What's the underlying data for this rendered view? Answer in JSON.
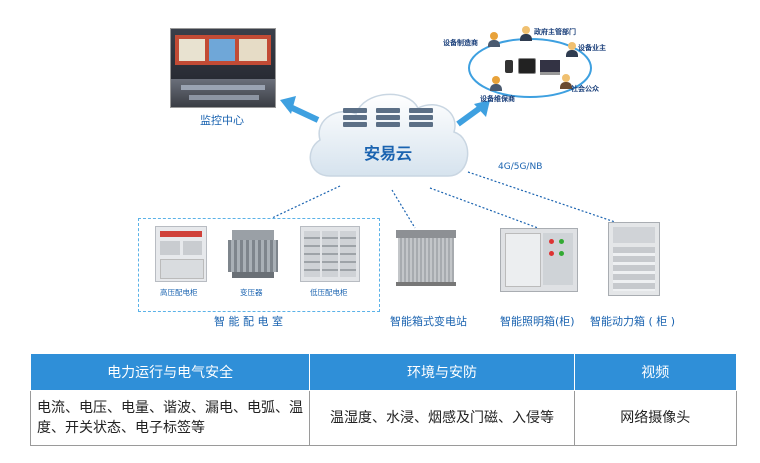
{
  "cloud": {
    "title": "安易云"
  },
  "monitor": {
    "label": "监控中心"
  },
  "network": {
    "label": "4G/5G/NB"
  },
  "stakeholders": [
    "设备制造商",
    "政府主管部门",
    "设备业主",
    "设备维保商",
    "社会公众"
  ],
  "equipment": {
    "group_label": "智 能 配 电 室",
    "items": [
      "高压配电柜",
      "变压器",
      "低压配电柜"
    ]
  },
  "stations": [
    "智能箱式变电站",
    "智能照明箱(柜)",
    "智能动力箱 ( 柜 )"
  ],
  "table": {
    "headers": [
      "电力运行与电气安全",
      "环境与安防",
      "视频"
    ],
    "cells": [
      "电流、电压、电量、谐波、漏电、电弧、温度、开关状态、电子标签等",
      "温湿度、水浸、烟感及门磁、入侵等",
      "网络摄像头"
    ]
  },
  "colors": {
    "accent": "#1a63b0",
    "header_bg": "#2f8fd8"
  }
}
